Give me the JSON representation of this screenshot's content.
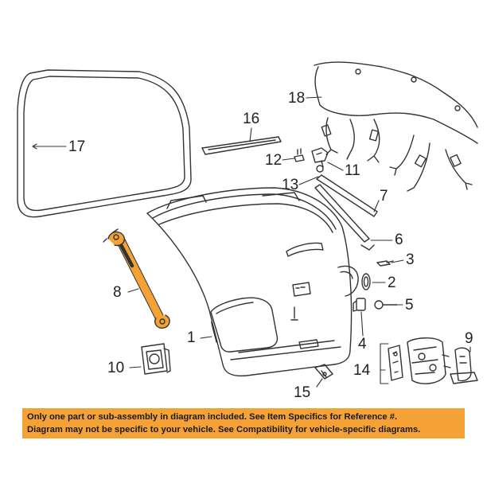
{
  "callouts": {
    "c1": "1",
    "c2": "2",
    "c3": "3",
    "c4": "4",
    "c5": "5",
    "c6": "6",
    "c7": "7",
    "c8": "8",
    "c9": "9",
    "c10": "10",
    "c11": "11",
    "c12": "12",
    "c13": "13",
    "c14": "14",
    "c15": "15",
    "c16": "16",
    "c17": "17",
    "c18": "18"
  },
  "notice": {
    "line1": "Only one part or sub-assembly in diagram included. See Item Specifics for Reference #.",
    "line2": "Diagram may not be specific to your vehicle. See Compatibility for vehicle-specific diagrams."
  },
  "colors": {
    "notice_background": "#f4a236",
    "gas_strut_highlight": "#f4a236",
    "line_art": "#333333"
  }
}
